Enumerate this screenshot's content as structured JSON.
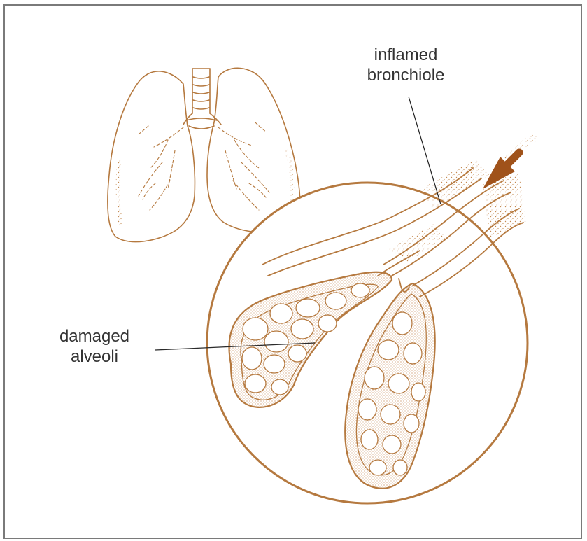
{
  "labels": {
    "bronchiole": [
      "inflamed",
      "bronchiole"
    ],
    "alveoli": [
      "damaged",
      "alveoli"
    ]
  },
  "colors": {
    "ink": "#b5793f",
    "arrow": "#a0521a",
    "stipple": "#c48a52",
    "leader": "#2a2a2a",
    "label_text": "#333333",
    "frame": "#7a7a7a"
  },
  "icons": {
    "arrow": "inflow-arrow-icon"
  }
}
